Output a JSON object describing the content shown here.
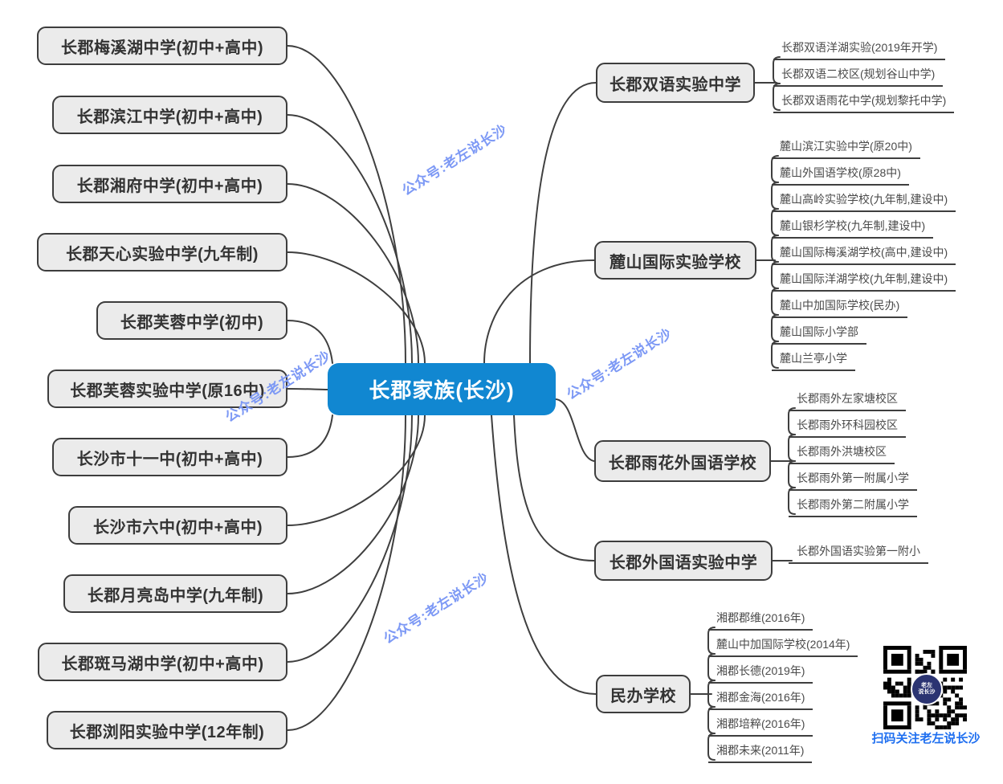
{
  "center": {
    "label": "长郡家族(长沙)"
  },
  "left_nodes": [
    {
      "label": "长郡梅溪湖中学(初中+高中)"
    },
    {
      "label": "长郡滨江中学(初中+高中)"
    },
    {
      "label": "长郡湘府中学(初中+高中)"
    },
    {
      "label": "长郡天心实验中学(九年制)"
    },
    {
      "label": "长郡芙蓉中学(初中)"
    },
    {
      "label": "长郡芙蓉实验中学(原16中)"
    },
    {
      "label": "长沙市十一中(初中+高中)"
    },
    {
      "label": "长沙市六中(初中+高中)"
    },
    {
      "label": "长郡月亮岛中学(九年制)"
    },
    {
      "label": "长郡斑马湖中学(初中+高中)"
    },
    {
      "label": "长郡浏阳实验中学(12年制)"
    }
  ],
  "right_branches": [
    {
      "label": "长郡双语实验中学",
      "children": [
        "长郡双语洋湖实验(2019年开学)",
        "长郡双语二校区(规划谷山中学)",
        "长郡双语雨花中学(规划黎托中学)"
      ]
    },
    {
      "label": "麓山国际实验学校",
      "children": [
        "麓山滨江实验中学(原20中)",
        "麓山外国语学校(原28中)",
        "麓山高岭实验学校(九年制,建设中)",
        "麓山银杉学校(九年制,建设中)",
        "麓山国际梅溪湖学校(高中,建设中)",
        "麓山国际洋湖学校(九年制,建设中)",
        "麓山中加国际学校(民办)",
        "麓山国际小学部",
        "麓山兰亭小学"
      ]
    },
    {
      "label": "长郡雨花外国语学校",
      "children": [
        "长郡雨外左家塘校区",
        "长郡雨外环科园校区",
        "长郡雨外洪塘校区",
        "长郡雨外第一附属小学",
        "长郡雨外第二附属小学"
      ]
    },
    {
      "label": "长郡外国语实验中学",
      "children": [
        "长郡外国语实验第一附小"
      ]
    },
    {
      "label": "民办学校",
      "children": [
        "湘郡郡维(2016年)",
        "麓山中加国际学校(2014年)",
        "湘郡长德(2019年)",
        "湘郡金海(2016年)",
        "湘郡培粹(2016年)",
        "湘郡未来(2011年)"
      ]
    }
  ],
  "watermark": {
    "text": "公众号:老左说长沙"
  },
  "qr": {
    "logo_line1": "老左",
    "logo_line2": "说长沙",
    "caption": "扫码关注老左说长沙"
  },
  "colors": {
    "center_fill": "#1187d1",
    "node_fill": "#ebebeb",
    "node_border": "#3d3d3d",
    "line": "#3f3f3f",
    "watermark": "#7d99f5",
    "caption": "#1f6ff0"
  }
}
